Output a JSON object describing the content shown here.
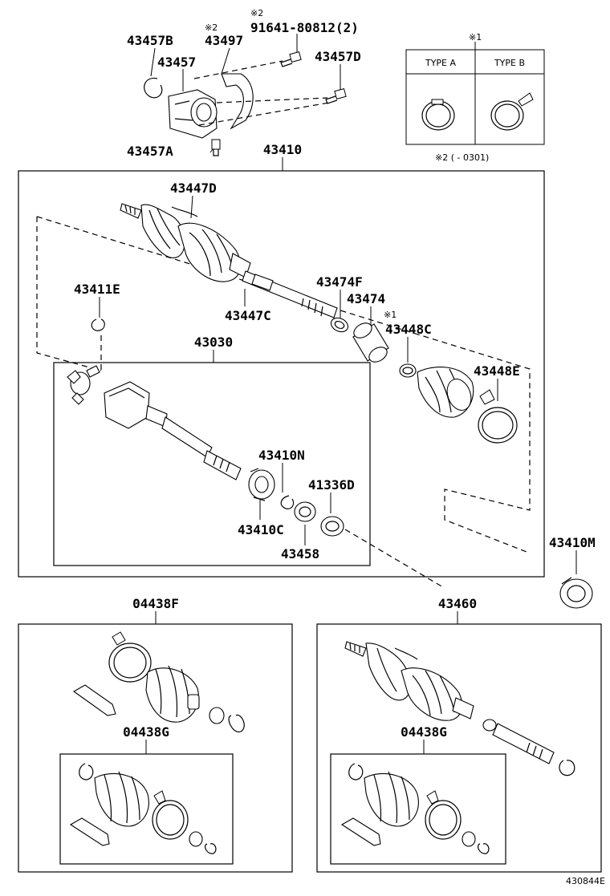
{
  "diagram": {
    "figure_id": "430844E",
    "labels": {
      "note2_a": "※2",
      "bolt": "91641-80812(2)",
      "p43457B": "43457B",
      "note2_b": "※2",
      "p43497": "43497",
      "p43457": "43457",
      "p43457D": "43457D",
      "p43457A": "43457A",
      "p43410": "43410",
      "p43447D": "43447D",
      "p43474F": "43474F",
      "p43474": "43474",
      "note1_b": "※1",
      "p43448C": "43448C",
      "p43447C": "43447C",
      "p43411E": "43411E",
      "p43030": "43030",
      "p43448E": "43448E",
      "p43410N": "43410N",
      "p41336D": "41336D",
      "p43410C": "43410C",
      "p43458": "43458",
      "p43410M": "43410M",
      "p04438F": "04438F",
      "p43460": "43460",
      "p04438G_left": "04438G",
      "p04438G_right": "04438G"
    },
    "clamp_types": {
      "note": "※1",
      "type_a": "TYPE A",
      "type_b": "TYPE B",
      "footnote": "※2 (      - 0301)"
    }
  }
}
